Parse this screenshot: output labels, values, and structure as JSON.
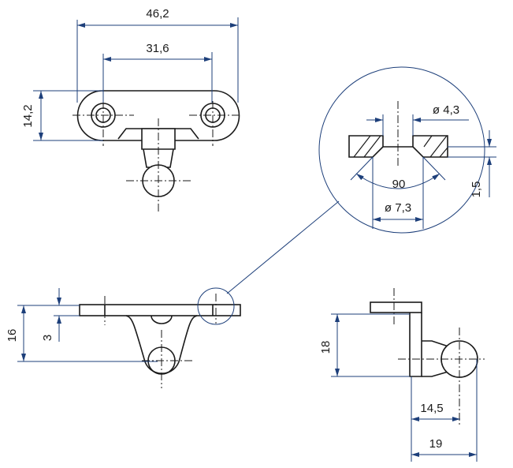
{
  "top_view": {
    "overall_length": "46,2",
    "hole_spacing": "31,6",
    "width": "14,2"
  },
  "detail_view": {
    "hole_diameter": "ø 4,3",
    "countersink_diameter": "ø 7,3",
    "countersink_angle": "90",
    "countersink_depth": "1,5"
  },
  "front_view": {
    "height": "16",
    "plate_thickness": "3"
  },
  "side_view": {
    "height": "18",
    "ball_center_offset": "14,5",
    "overall_depth": "19"
  },
  "colors": {
    "dimension": "#1d3f7a",
    "outline": "#1a1a1a"
  }
}
